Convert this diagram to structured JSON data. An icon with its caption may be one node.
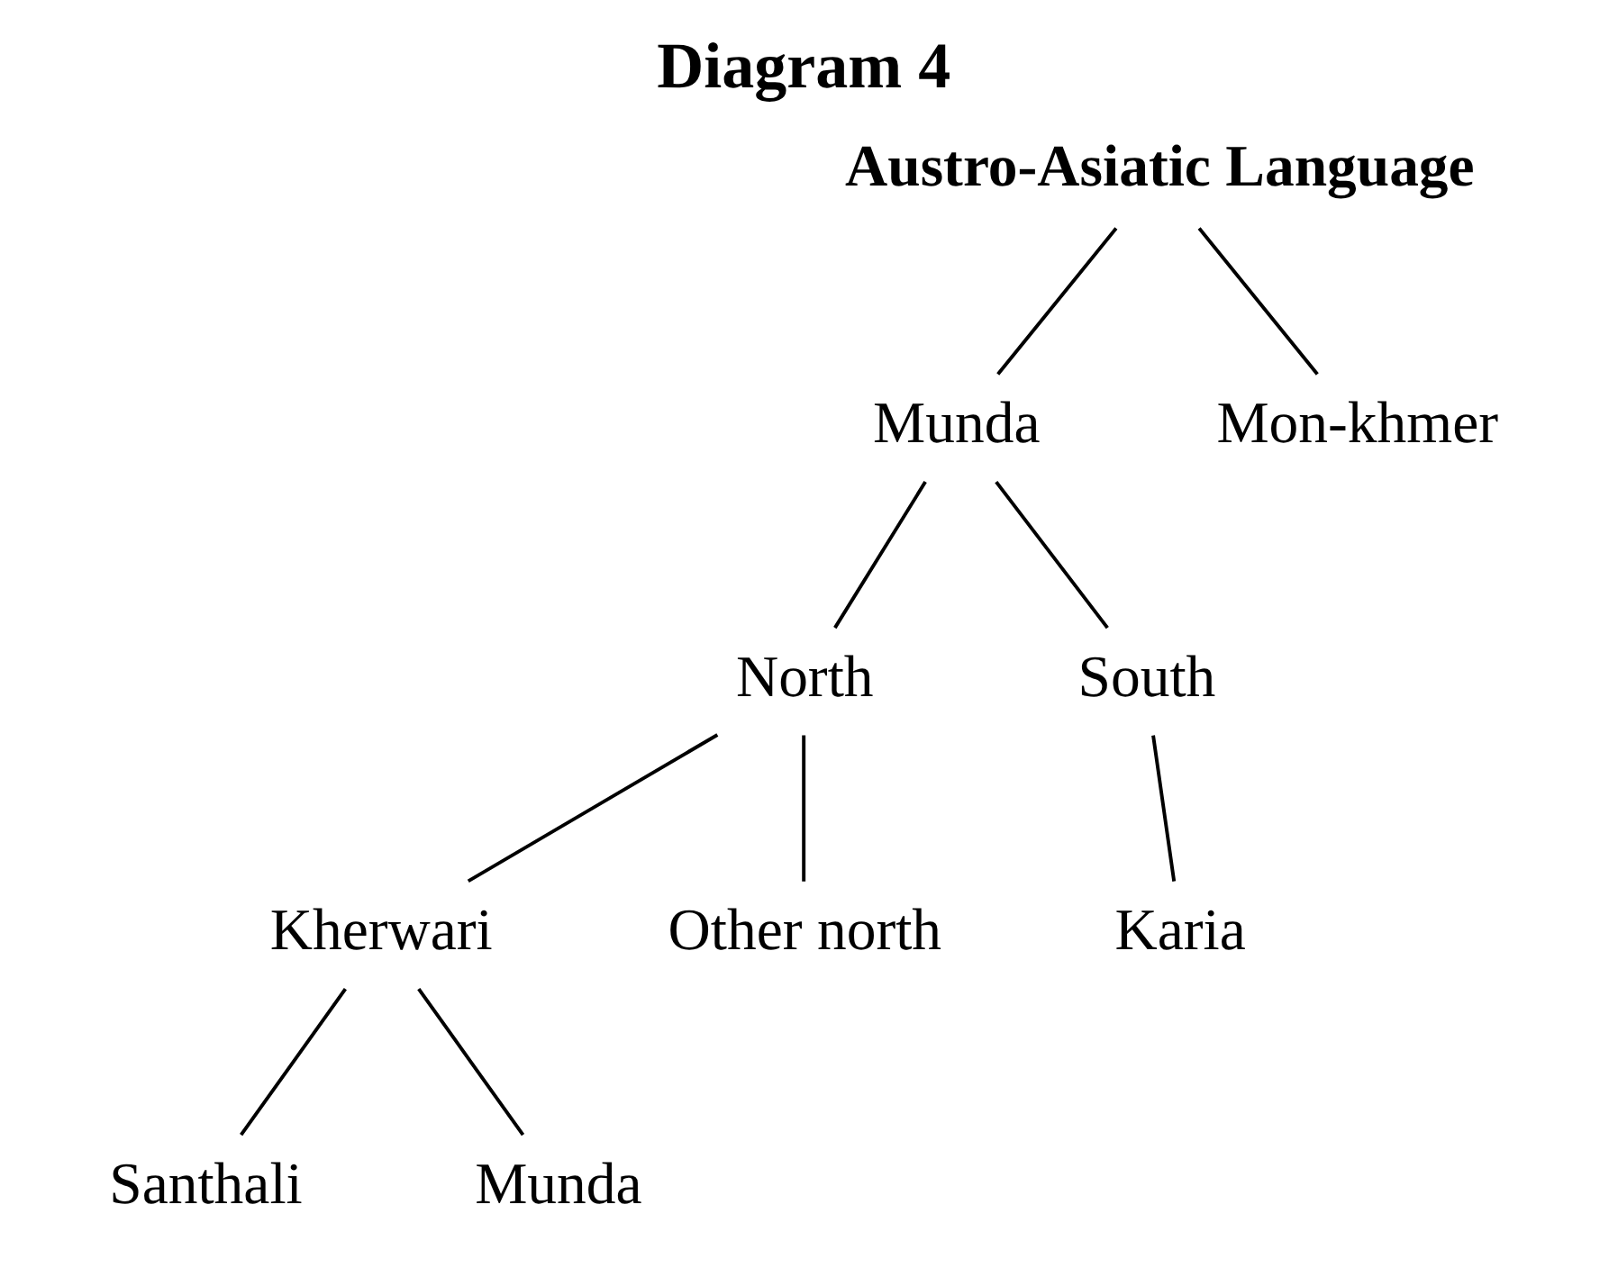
{
  "diagram": {
    "title": "Diagram 4",
    "nodes": [
      {
        "text": [
          "Austro-Asiatic Language"
        ]
      },
      {
        "text": [
          "Munda"
        ]
      },
      {
        "text": [
          "Mon-khmer"
        ]
      },
      {
        "text": [
          "North"
        ]
      },
      {
        "text": [
          "South"
        ]
      },
      {
        "text": [
          "Kherwari"
        ]
      },
      {
        "text": [
          "Other north"
        ]
      },
      {
        "text": [
          "Karia"
        ]
      },
      {
        "text": [
          "Santhali"
        ]
      },
      {
        "text": [
          "Munda"
        ]
      }
    ],
    "edges": [
      {
        "from": 0,
        "to": 1,
        "arrow": "none"
      },
      {
        "from": 0,
        "to": 2,
        "arrow": "none"
      },
      {
        "from": 1,
        "to": 3,
        "arrow": "none"
      },
      {
        "from": 1,
        "to": 4,
        "arrow": "none"
      },
      {
        "from": 3,
        "to": 5,
        "arrow": "none"
      },
      {
        "from": 3,
        "to": 6,
        "arrow": "none"
      },
      {
        "from": 4,
        "to": 7,
        "arrow": "none"
      },
      {
        "from": 5,
        "to": 8,
        "arrow": "none"
      },
      {
        "from": 5,
        "to": 9,
        "arrow": "none"
      }
    ]
  }
}
